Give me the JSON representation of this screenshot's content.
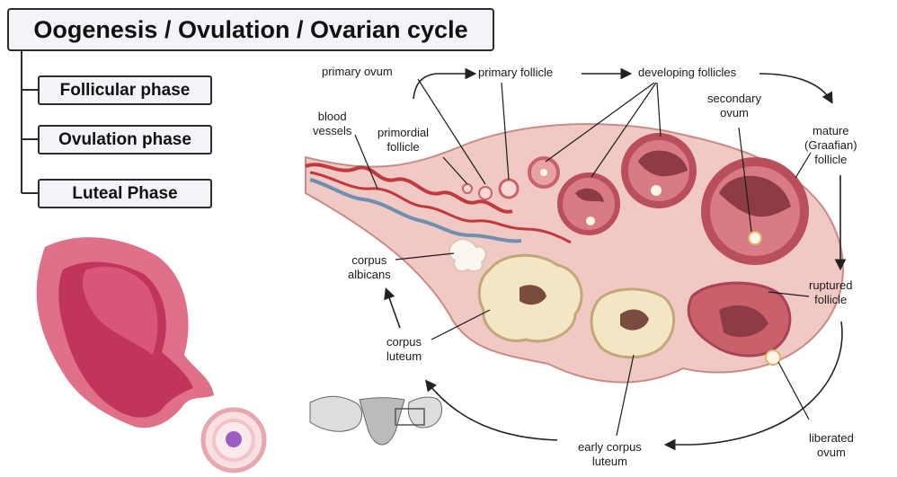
{
  "title": "Oogenesis / Ovulation / Ovarian cycle",
  "phases": [
    "Follicular phase",
    "Ovulation phase",
    "Luteal Phase"
  ],
  "labels": {
    "primary_ovum": "primary ovum",
    "primary_follicle": "primary follicle",
    "developing_follicles": "developing follicles",
    "blood_vessels": "blood\nvessels",
    "primordial_follicle": "primordial\nfollicle",
    "secondary_ovum": "secondary\novum",
    "mature_follicle": "mature\n(Graafian)\nfollicle",
    "corpus_albicans": "corpus\nalbicans",
    "ruptured_follicle": "ruptured\nfollicle",
    "corpus_luteum": "corpus\nluteum",
    "early_corpus_luteum": "early corpus\nluteum",
    "liberated_ovum": "liberated\novum"
  },
  "colors": {
    "tissue": "#f1c9c4",
    "tissue_edge": "#c98a88",
    "follicle": "#c9606a",
    "vessel_red": "#c0393f",
    "vessel_blue": "#6f8fb0",
    "luteum": "#f4e6c4",
    "uterus": "#c1355a"
  }
}
